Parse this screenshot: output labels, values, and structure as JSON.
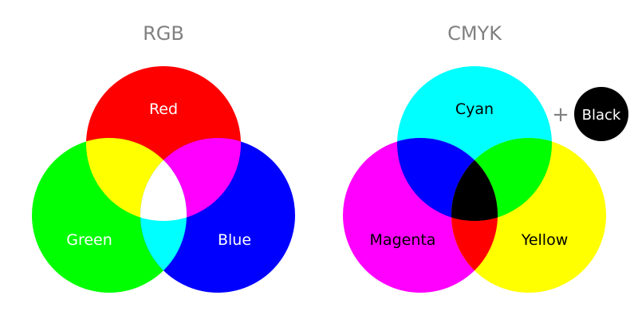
{
  "rgb": {
    "title": "RGB",
    "title_color": "#808080",
    "circles": [
      {
        "id": "red",
        "label": "Red",
        "color": "#ff0000",
        "label_color": "#ffffff"
      },
      {
        "id": "green",
        "label": "Green",
        "color": "#00ff00",
        "label_color": "#ffffff"
      },
      {
        "id": "blue",
        "label": "Blue",
        "color": "#0000ff",
        "label_color": "#ffffff"
      }
    ],
    "overlaps": {
      "red_green": "#ffff00",
      "red_blue": "#ff00ff",
      "green_blue": "#00ffff",
      "all": "#ffffff"
    }
  },
  "cmyk": {
    "title": "CMYK",
    "title_color": "#808080",
    "circles": [
      {
        "id": "cyan",
        "label": "Cyan",
        "color": "#00ffff",
        "label_color": "#000000"
      },
      {
        "id": "magenta",
        "label": "Magenta",
        "color": "#ff00ff",
        "label_color": "#000000"
      },
      {
        "id": "yellow",
        "label": "Yellow",
        "color": "#ffff00",
        "label_color": "#000000"
      }
    ],
    "overlaps": {
      "cyan_magenta": "#0000ff",
      "cyan_yellow": "#00ff00",
      "magenta_yellow": "#ff0000",
      "all": "#000000"
    },
    "plus_sign": "+",
    "plus_color": "#808080",
    "black": {
      "label": "Black",
      "color": "#000000",
      "label_color": "#ffffff"
    }
  }
}
